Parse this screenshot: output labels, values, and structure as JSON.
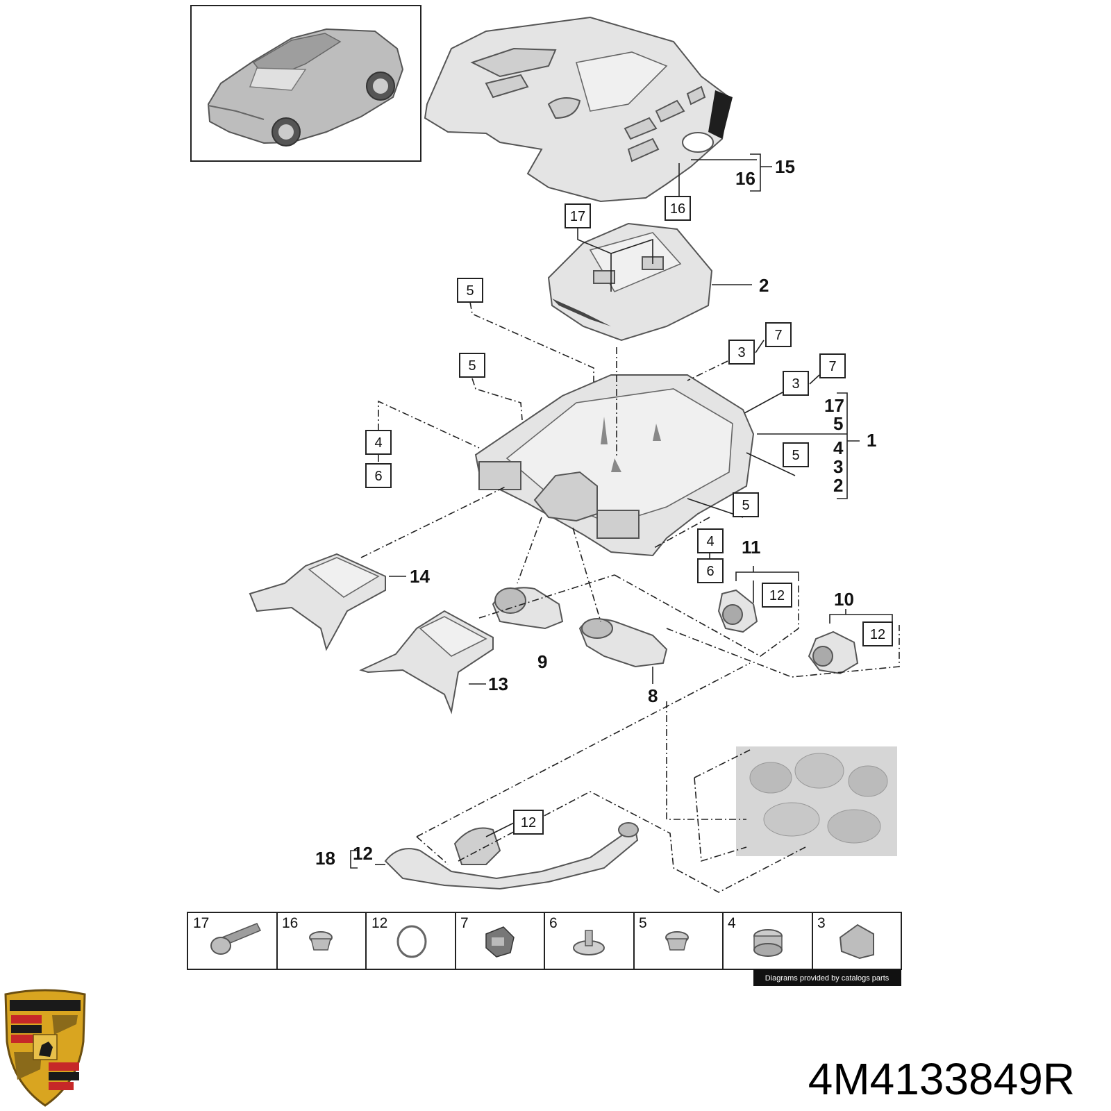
{
  "part_number": "4M4133849R",
  "credit": "Diagrams provided by catalogs parts",
  "brand_logo": {
    "icon": "porsche-crest-icon",
    "colors": {
      "gold": "#d9a520",
      "red": "#c62828",
      "black": "#1a1a1a"
    }
  },
  "callouts": {
    "c15": "15",
    "c16": "16",
    "c2": "2",
    "c1": "1",
    "b17": "17",
    "b5": "5",
    "b4": "4",
    "b3": "3",
    "b2": "2",
    "c14": "14",
    "c13": "13",
    "c9": "9",
    "c8": "8",
    "c11": "11",
    "c10": "10",
    "c18": "18",
    "c12": "12"
  },
  "boxed_labels": {
    "box16": "16",
    "box17": "17",
    "box5a": "5",
    "box5b": "5",
    "box3a": "3",
    "box7a": "7",
    "box3b": "3",
    "box7b": "7",
    "box4a": "4",
    "box6a": "6",
    "box5c": "5",
    "box5d": "5",
    "box4b": "4",
    "box6b": "6",
    "box12a": "12",
    "box12b": "12",
    "box12c": "12"
  },
  "parts_strip": [
    "17",
    "16",
    "12",
    "7",
    "6",
    "5",
    "4",
    "3"
  ]
}
